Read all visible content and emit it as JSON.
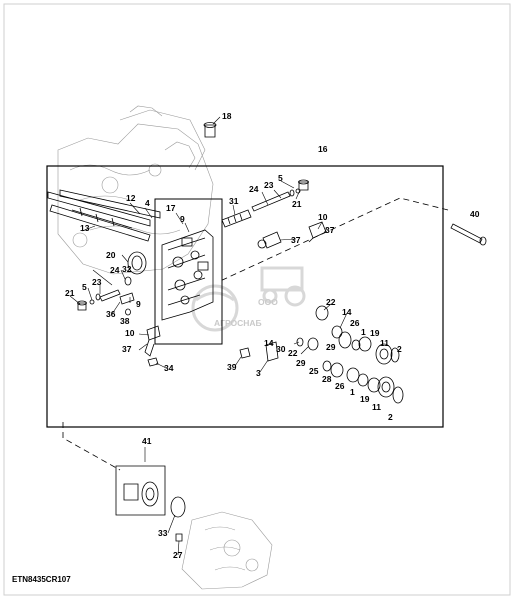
{
  "callouts": {
    "c18": "18",
    "c16": "16",
    "c12": "12",
    "c4": "4",
    "c13": "13",
    "c17": "17",
    "c9a": "9",
    "c24a": "24",
    "c23a": "23",
    "c5a": "5",
    "c21a": "21",
    "c31": "31",
    "c10a": "10",
    "c37a": "37",
    "c37b": "37",
    "c40": "40",
    "c20": "20",
    "c24b": "24",
    "c32": "32",
    "c21b": "21",
    "c5b": "5",
    "c23b": "23",
    "c9b": "9",
    "c36": "36",
    "c38": "38",
    "c10b": "10",
    "c37c": "37",
    "c34": "34",
    "c22a": "22",
    "c14a": "14",
    "c26a": "26",
    "c1a": "1",
    "c19a": "19",
    "c11a": "11",
    "c2a": "2",
    "c14b": "14",
    "c30": "30",
    "c22b": "22",
    "c29a": "29",
    "c29b": "29",
    "c25": "25",
    "c28": "28",
    "c26b": "26",
    "c1b": "1",
    "c19b": "19",
    "c11b": "11",
    "c2b": "2",
    "c39": "39",
    "c3": "3",
    "c41": "41",
    "c33": "33",
    "c27": "27"
  },
  "watermark": {
    "brand": "АГРОСНАБ",
    "prefix": "ООО"
  },
  "footer": {
    "code": "ETN8435CR107"
  }
}
